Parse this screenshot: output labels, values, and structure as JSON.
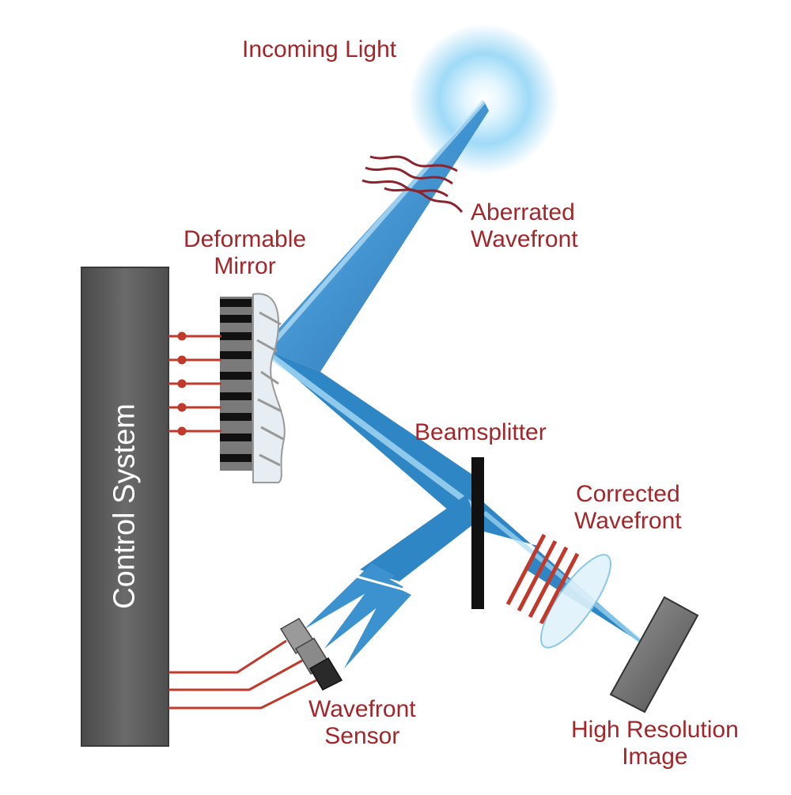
{
  "labels": {
    "incoming_light": "Incoming Light",
    "aberrated_wavefront": [
      "Aberrated",
      "Wavefront"
    ],
    "deformable_mirror": [
      "Deformable",
      "Mirror"
    ],
    "beamsplitter": "Beamsplitter",
    "corrected_wavefront": [
      "Corrected",
      "Wavefront"
    ],
    "wavefront_sensor": [
      "Wavefront",
      "Sensor"
    ],
    "high_resolution_image": [
      "High Resolution",
      "Image"
    ],
    "control_system": "Control System"
  },
  "colors": {
    "label_text": "#a3262a",
    "beam": "#2f86c4",
    "beam_light": "#8fd0f0",
    "signal_line": "#c0392b",
    "control_box": "#5e5e5e",
    "control_text": "#ffffff",
    "mirror_gray": "#6f6f6f",
    "splitter": "#111111"
  }
}
